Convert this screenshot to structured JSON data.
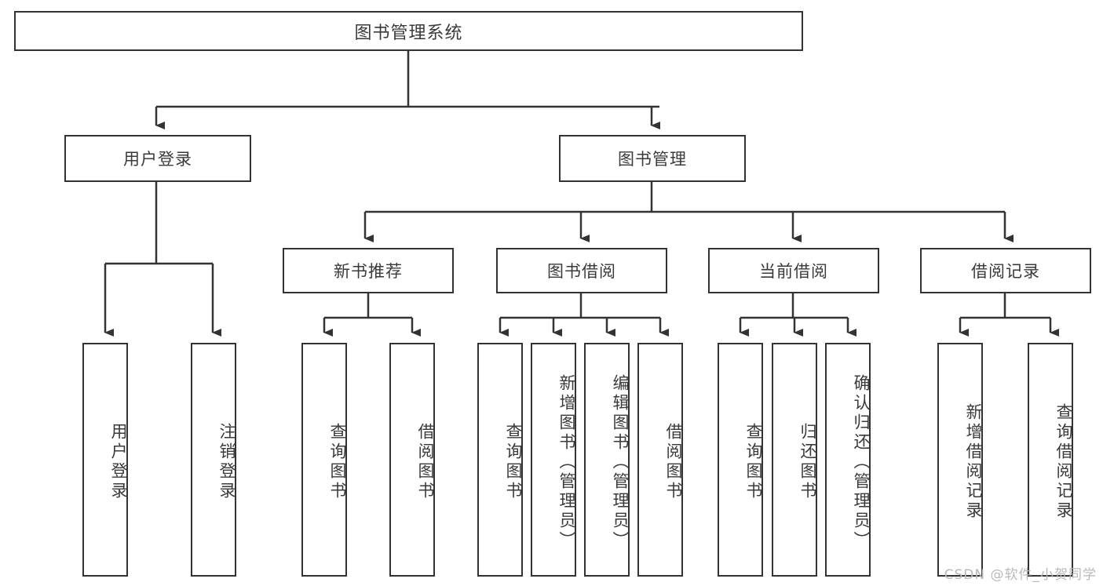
{
  "diagram": {
    "type": "tree-hierarchy-chart",
    "title": "图书管理系统",
    "line_color": "#333333",
    "box_fill": "#ffffff",
    "text_color": "#3a3a3a",
    "levels": {
      "root": {
        "label": "图书管理系统"
      },
      "level2": [
        {
          "label": "用户登录"
        },
        {
          "label": "图书管理"
        }
      ],
      "level3": [
        {
          "label": "新书推荐"
        },
        {
          "label": "图书借阅"
        },
        {
          "label": "当前借阅"
        },
        {
          "label": "借阅记录"
        }
      ],
      "leaves": {
        "user_login": [
          {
            "label": "用户登录"
          },
          {
            "label": "注销登录"
          }
        ],
        "new_book_recommend": [
          {
            "label": "查询图书"
          },
          {
            "label": "借阅图书"
          }
        ],
        "book_borrow": [
          {
            "label": "查询图书"
          },
          {
            "label": "新增图书（管理员）"
          },
          {
            "label": "编辑图书（管理员）"
          },
          {
            "label": "借阅图书"
          }
        ],
        "current_borrow": [
          {
            "label": "查询图书"
          },
          {
            "label": "归还图书"
          },
          {
            "label": "确认归还（管理员）"
          }
        ],
        "borrow_record": [
          {
            "label": "新增借阅记录"
          },
          {
            "label": "查询借阅记录"
          }
        ]
      }
    }
  },
  "watermark": {
    "text": "CSDN @软件_小贺同学"
  }
}
